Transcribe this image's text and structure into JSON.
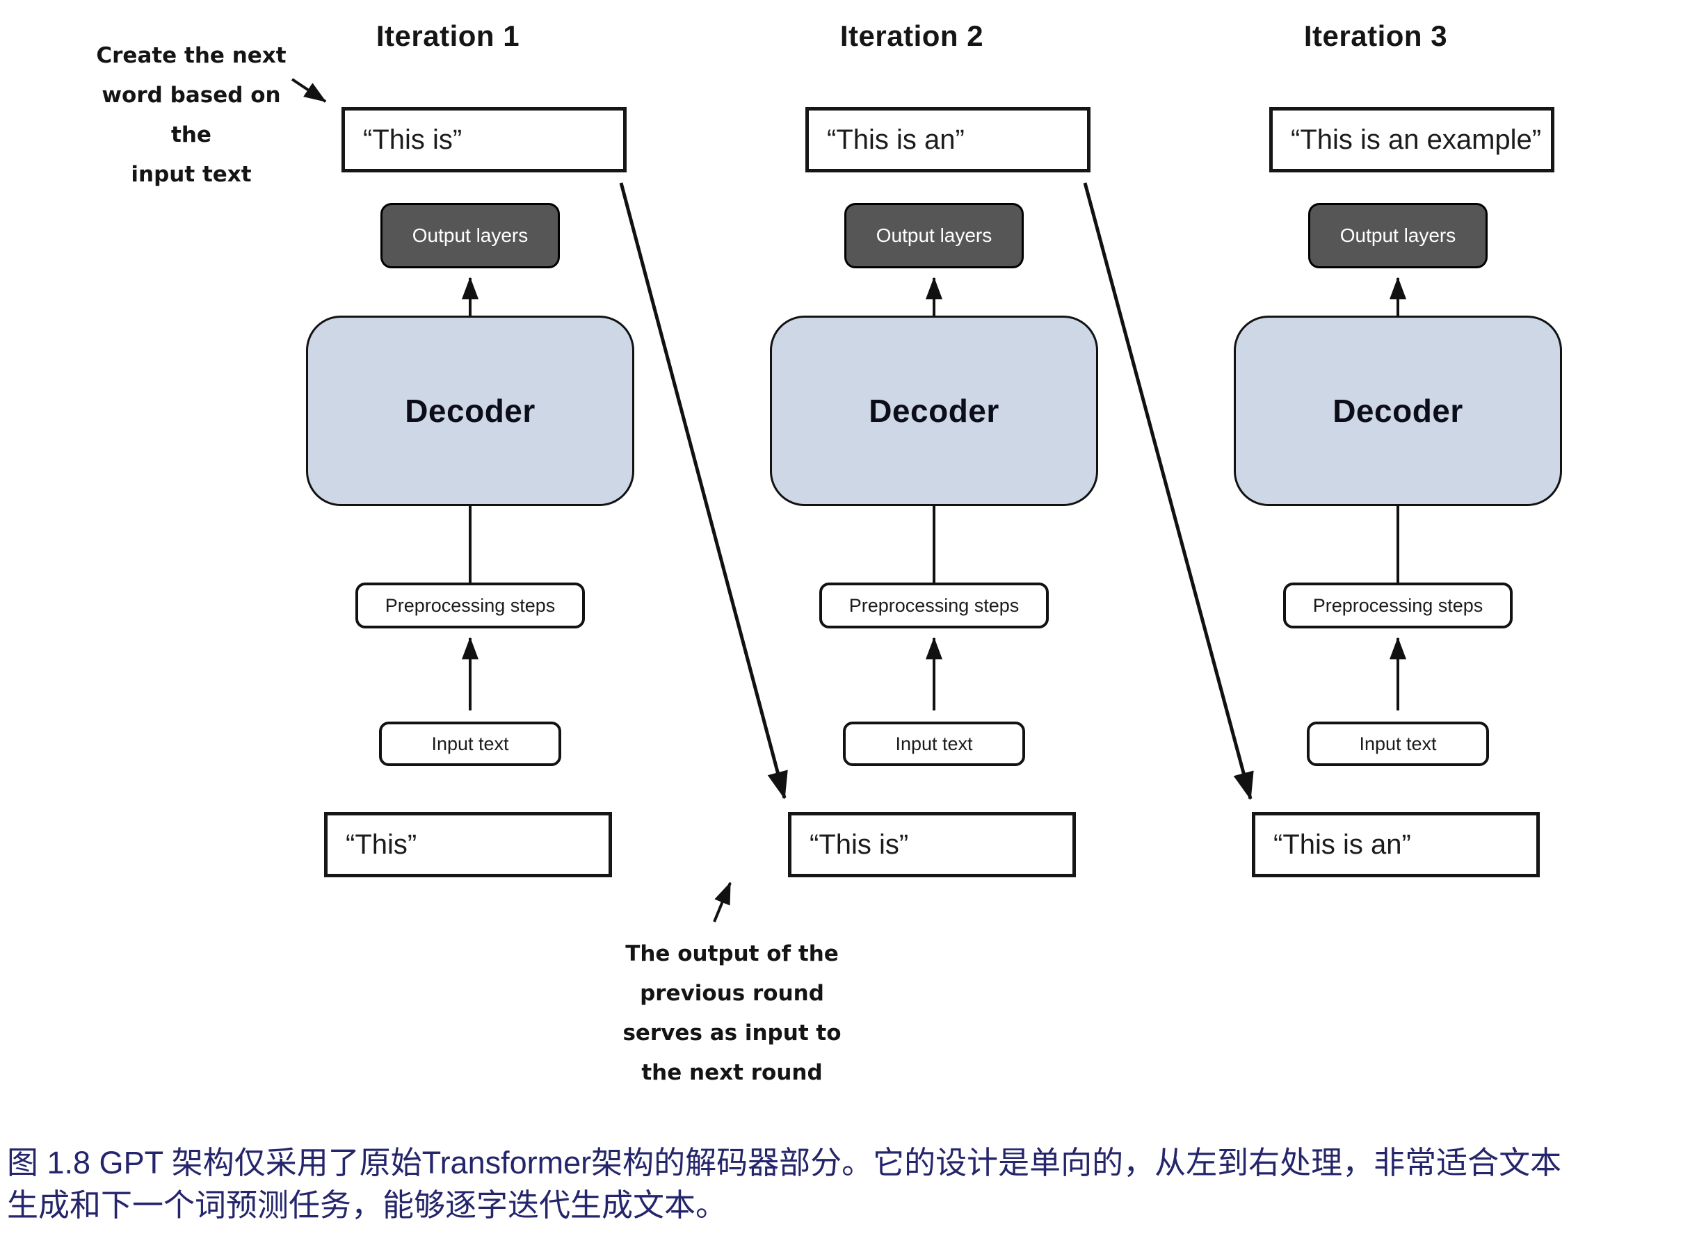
{
  "figure": {
    "iterations": [
      {
        "title": "Iteration 1",
        "generated_text": "“This is”",
        "output_layers": "Output layers",
        "decoder": "Decoder",
        "preprocessing": "Preprocessing steps",
        "input_box": "Input text",
        "input_text": "“This”"
      },
      {
        "title": "Iteration 2",
        "generated_text": "“This is an”",
        "output_layers": "Output layers",
        "decoder": "Decoder",
        "preprocessing": "Preprocessing steps",
        "input_box": "Input text",
        "input_text": "“This is”"
      },
      {
        "title": "Iteration 3",
        "generated_text": "“This is an example”",
        "output_layers": "Output layers",
        "decoder": "Decoder",
        "preprocessing": "Preprocessing steps",
        "input_box": "Input text",
        "input_text": "“This is an”"
      }
    ],
    "annotations": {
      "create_next": {
        "lines": [
          "Create the next",
          "word based on the",
          "input text"
        ]
      },
      "output_feedback": {
        "lines": [
          "The output of the",
          "previous round",
          "serves as input to",
          "the next round"
        ]
      }
    }
  },
  "caption": {
    "lines": [
      "图 1.8  GPT 架构仅采用了原始Transformer架构的解码器部分。它的设计是单向的，从左到右处理，非常适合文本",
      "生成和下一个词预测任务，能够逐字迭代生成文本。"
    ]
  },
  "colors": {
    "decoder_fill": "#cdd7e5",
    "output_layers_fill": "#565656",
    "arrow": "#111111",
    "caption_color": "#25256b"
  }
}
